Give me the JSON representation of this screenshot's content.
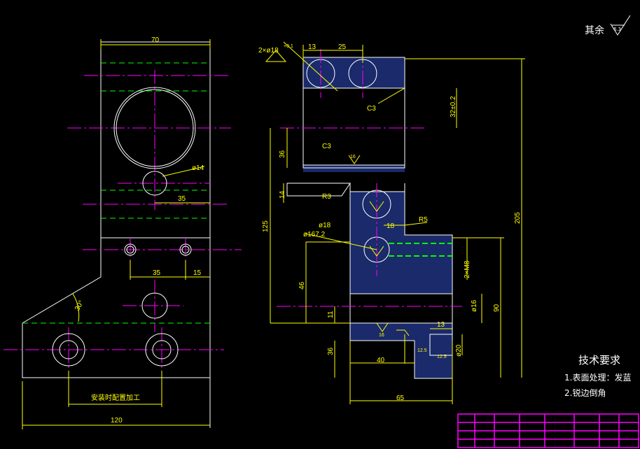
{
  "drawing": {
    "colors": {
      "background": "#000000",
      "outline": "#ffffff",
      "dimension": "#ffff00",
      "centerline": "#ff00ff",
      "hidden_line": "#00ff00",
      "hatch": "#1a2a6a",
      "title_block": "#ff00ff"
    },
    "roughness_note": {
      "label": "其余",
      "value": "6.3"
    },
    "left_view": {
      "dims": {
        "top_width": "70",
        "hole_dia": "ø14",
        "offset_35_upper": "35",
        "offset_35_lower": "35",
        "offset_15": "15",
        "angle": "30°",
        "install_note": "安装时配置加工",
        "bottom_width": "120"
      }
    },
    "right_view": {
      "dims": {
        "holes": "2×ø18",
        "holes_tol": "+0.1",
        "dim_13_top": "13",
        "dim_25": "25",
        "chamfer_c3_a": "C3",
        "chamfer_c3_b": "C3",
        "slot_32": "32±0.2",
        "dim_36_upper": "36",
        "dim_14_left": "14",
        "radius_r3": "R3",
        "dim_125": "125",
        "dim_18_hole": "ø18",
        "dim_18": "18",
        "radius_r5": "R5",
        "dim_167": "ø167.2",
        "thread": "2×M8",
        "dim_205": "205",
        "dim_46": "46",
        "dim_16": "ø16",
        "dim_90": "90",
        "dim_11": "11",
        "dim_13_bottom": "13",
        "dim_36_lower": "36",
        "dim_40": "40",
        "dim_20": "ø20",
        "dim_65": "65",
        "rough_16a": "16",
        "rough_16b": "16",
        "rough_125a": "12.5",
        "rough_125b": "12.5"
      }
    },
    "tech_requirements": {
      "title": "技术要求",
      "items": [
        "1.表面处理：发蓝",
        "2.锐边倒角"
      ]
    }
  }
}
